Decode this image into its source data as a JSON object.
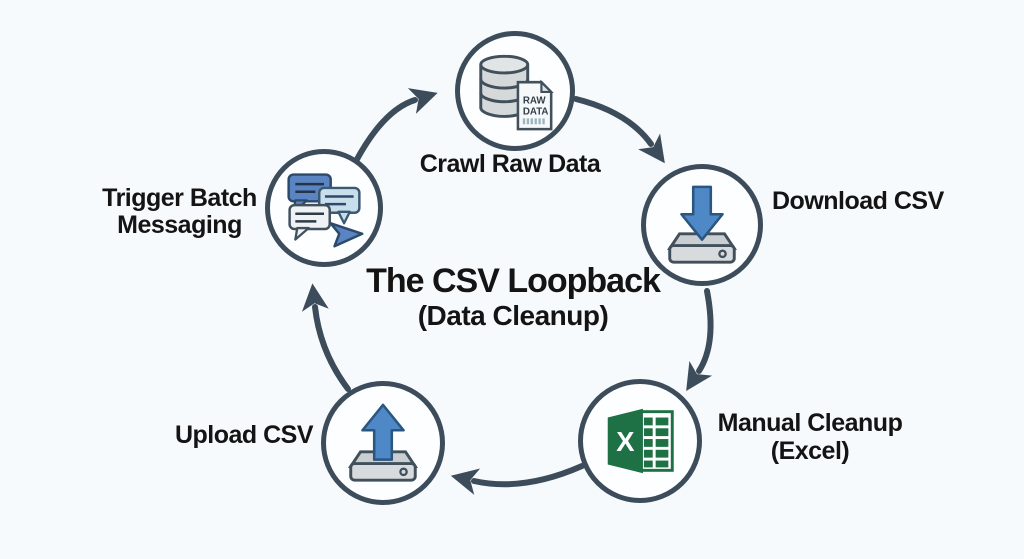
{
  "title": {
    "line1": "The CSV Loopback",
    "line2": "(Data Cleanup)"
  },
  "nodes": {
    "crawl": {
      "label": "Crawl Raw Data"
    },
    "download": {
      "label": "Download CSV"
    },
    "manual": {
      "line1": "Manual Cleanup",
      "line2": "(Excel)"
    },
    "upload": {
      "label": "Upload CSV"
    },
    "trigger": {
      "line1": "Trigger Batch",
      "line2": "Messaging"
    }
  },
  "icons": {
    "raw_doc": {
      "line1": "RAW",
      "line2": "DATA"
    },
    "excel_letter": "X",
    "names": [
      "database-raw-data-icon",
      "download-to-drive-icon",
      "excel-icon",
      "upload-from-drive-icon",
      "chat-messages-icon"
    ]
  },
  "colors": {
    "outline": "#3d4c5a",
    "accent_blue": "#4e88c7",
    "light_blue": "#c8dfeb",
    "excel_green": "#1e7145",
    "drive_gray": "#d8dbde",
    "background": "#f7fafc",
    "text": "#141414"
  }
}
